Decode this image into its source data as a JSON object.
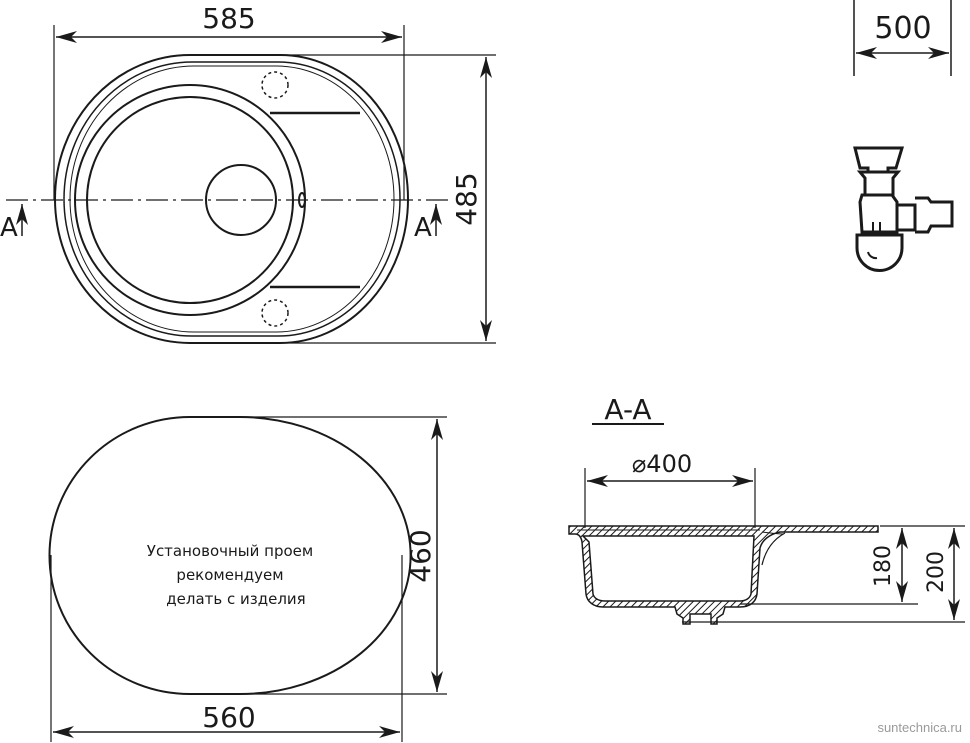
{
  "top_view": {
    "width_label": "585",
    "height_label": "485",
    "section_marker_left": "A",
    "section_marker_right": "A"
  },
  "cabinet": {
    "width_label": "500"
  },
  "cutout_view": {
    "width_label": "560",
    "height_label": "460",
    "note_lines": [
      "Установочный проем",
      "рекомендуем",
      "делать с изделия"
    ]
  },
  "section_view": {
    "title": "A-A",
    "diameter_label": "⌀400",
    "bowl_depth_label": "180",
    "total_depth_label": "200"
  },
  "watermark": "suntechnica.ru",
  "colors": {
    "line": "#1a1a1a",
    "watermark": "#9a9a9a",
    "background": "#ffffff"
  }
}
